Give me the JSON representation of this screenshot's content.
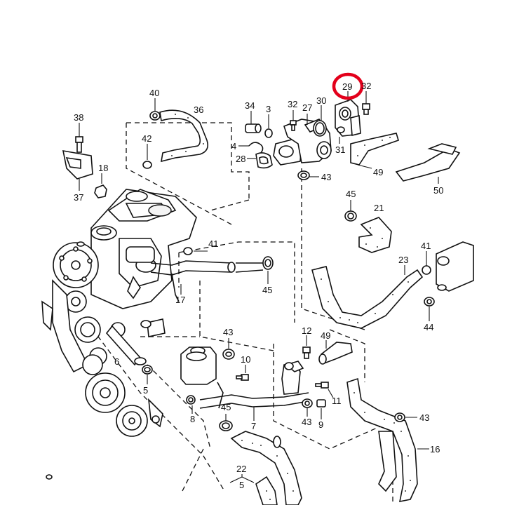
{
  "diagram": {
    "highlight_color": "#e3001b",
    "highlighted_part": "29",
    "callouts": {
      "c29": "29",
      "c32a": "32",
      "c32b": "32",
      "c30": "30",
      "c27": "27",
      "c34": "34",
      "c3": "3",
      "c4": "4",
      "c28": "28",
      "c31": "31",
      "c49a": "49",
      "c50": "50",
      "c43a": "43",
      "c45a": "45",
      "c21": "21",
      "c40": "40",
      "c36": "36",
      "c42": "42",
      "c38": "38",
      "c18": "18",
      "c37": "37",
      "c41a": "41",
      "c41b": "41",
      "c23": "23",
      "c44": "44",
      "c45b": "45",
      "c17": "17",
      "c6": "6",
      "c5a": "5",
      "c43b": "43",
      "c10": "10",
      "c12": "12",
      "c49b": "49",
      "c11": "11",
      "c43c": "43",
      "c9": "9",
      "c43d": "43",
      "c16": "16",
      "c8": "8",
      "c45c": "45",
      "c7": "7",
      "c22": "22",
      "c5b": "5"
    }
  }
}
